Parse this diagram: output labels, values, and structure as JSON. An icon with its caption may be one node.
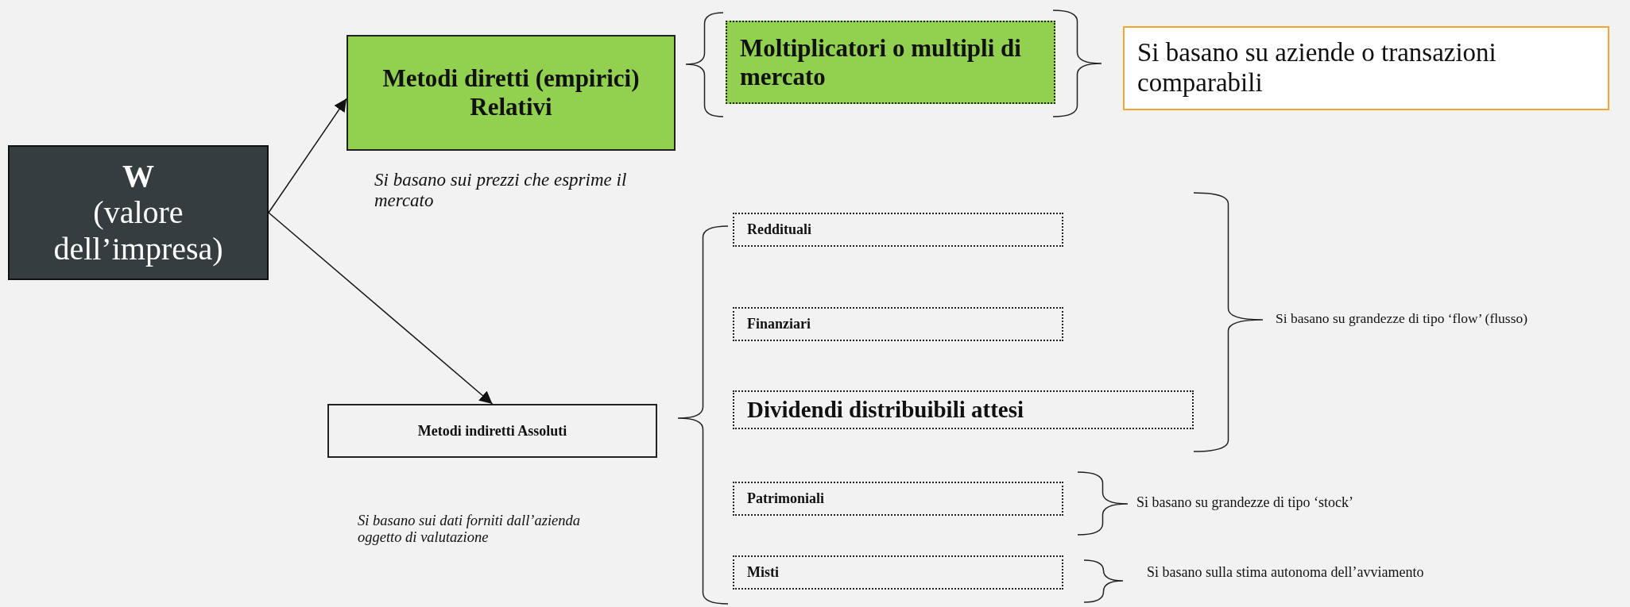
{
  "diagram": {
    "nodes": [
      {
        "text": [
          "W",
          "(valore dell’impresa)"
        ]
      },
      {
        "text": [
          "Metodi diretti (empirici) Relativi"
        ]
      },
      {
        "text": [
          "Moltiplicatori o multipli di mercato"
        ]
      },
      {
        "text": [
          "Si basano su aziende o transazioni comparabili"
        ]
      },
      {
        "text": [
          "Metodi indiretti Assoluti"
        ]
      },
      {
        "text": [
          "Reddituali"
        ]
      },
      {
        "text": [
          "Finanziari"
        ]
      },
      {
        "text": [
          "Dividendi distribuibili attesi"
        ]
      },
      {
        "text": [
          "Patrimoniali"
        ]
      },
      {
        "text": [
          "Misti"
        ]
      }
    ],
    "edges": [
      {
        "from": 0,
        "to": 1,
        "arrow": "to"
      },
      {
        "from": 0,
        "to": 4,
        "arrow": "to"
      }
    ],
    "labels": [
      "Si basano sui prezzi che esprime il mercato",
      "Si basano su grandezze di tipo ‘flow’ (flusso)",
      "Si basano su grandezze di tipo ‘stock’",
      "Si basano sulla stima autonoma dell’avviamento",
      "Si basano sui dati forniti dall’azienda oggetto di valutazione"
    ]
  }
}
